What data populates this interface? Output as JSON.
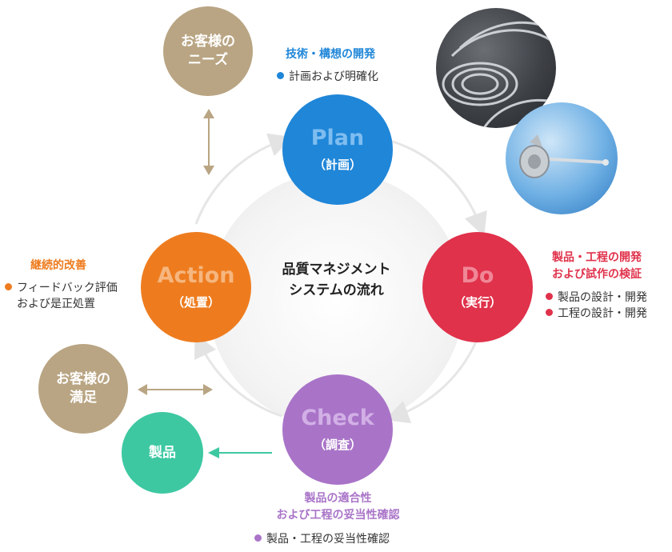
{
  "center": {
    "line1": "品質マネジメント",
    "line2": "システムの流れ"
  },
  "plan": {
    "title": "Plan",
    "sub": "（計画）",
    "color": "#1f86d8",
    "title_color": "#7fbdf0"
  },
  "do": {
    "title": "Do",
    "sub": "（実行）",
    "color": "#e0324b",
    "title_color": "#f08796"
  },
  "check": {
    "title": "Check",
    "sub": "（調査）",
    "color": "#a974c8",
    "title_color": "#d2b0e6"
  },
  "action": {
    "title": "Action",
    "sub": "（処置）",
    "color": "#ee7c1f",
    "title_color": "#f6b67f"
  },
  "customer_needs": {
    "line1": "お客様の",
    "line2": "ニーズ",
    "color": "#b9a583"
  },
  "customer_satisfaction": {
    "line1": "お客様の",
    "line2": "満足",
    "color": "#b9a583"
  },
  "product": {
    "label": "製品",
    "color": "#3dc8a2"
  },
  "plan_label": {
    "title": "技術・構想の開発",
    "bullet": "計画および明確化"
  },
  "do_label": {
    "title1": "製品・工程の開発",
    "title2": "および試作の検証",
    "bullet1": "製品の設計・開発",
    "bullet2": "工程の設計・開発"
  },
  "check_label": {
    "title1": "製品の適合性",
    "title2": "および工程の妥当性確認",
    "bullet": "製品・工程の妥当性確認"
  },
  "action_label": {
    "title": "継続的改善",
    "bullet1": "フィードバック評価",
    "bullet2": "および是正処置"
  },
  "photos": [
    "coiled-tube-photo",
    "valve-part-photo"
  ]
}
